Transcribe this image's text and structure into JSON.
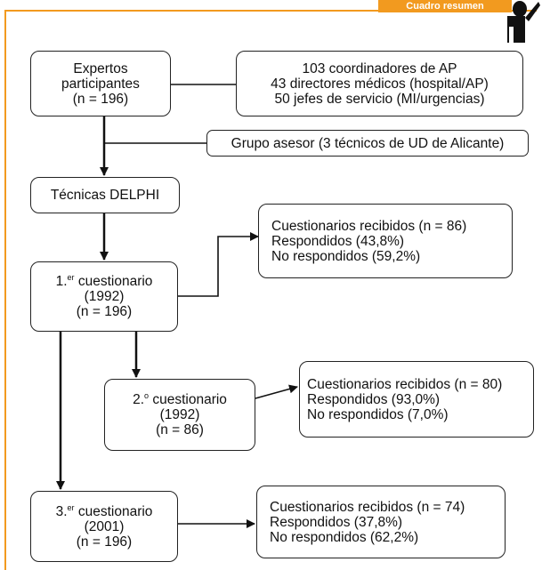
{
  "header_tag": "Cuadro resumen",
  "boxes": {
    "experts": {
      "lines": [
        "Expertos",
        "participantes",
        "(n  = 196)"
      ]
    },
    "coordinators": {
      "lines": [
        "103 coordinadores de AP",
        "43 directores médicos (hospital/AP)",
        "50 jefes de servicio (MI/urgencias)"
      ]
    },
    "advisory": {
      "lines": [
        "Grupo asesor (3 técnicos de UD de Alicante)"
      ]
    },
    "delphi": {
      "lines": [
        "Técnicas DELPHI"
      ]
    },
    "q1": {
      "prefix": "1.",
      "sup": "er",
      "lines": [
        " cuestionario",
        "(1992)",
        "(n = 196)"
      ]
    },
    "q1_results": {
      "lines": [
        "Cuestionarios recibidos (n = 86)",
        "Respondidos (43,8%)",
        "No respondidos (59,2%)"
      ]
    },
    "q2": {
      "prefix": "2.",
      "sup": "o",
      "lines": [
        " cuestionario",
        "(1992)",
        "(n = 86)"
      ]
    },
    "q2_results": {
      "lines": [
        "Cuestionarios recibidos (n = 80)",
        "Respondidos (93,0%)",
        "No respondidos (7,0%)"
      ]
    },
    "q3": {
      "prefix": "3.",
      "sup": "er",
      "lines": [
        " cuestionario",
        "(2001)",
        "(n = 196)"
      ]
    },
    "q3_results": {
      "lines": [
        "Cuestionarios recibidos (n = 74)",
        "Respondidos (37,8%)",
        "No respondidos (62,2%)"
      ]
    }
  },
  "colors": {
    "accent": "#f29a1f",
    "line": "#111111"
  },
  "icons": [
    "person-figure-icon"
  ]
}
